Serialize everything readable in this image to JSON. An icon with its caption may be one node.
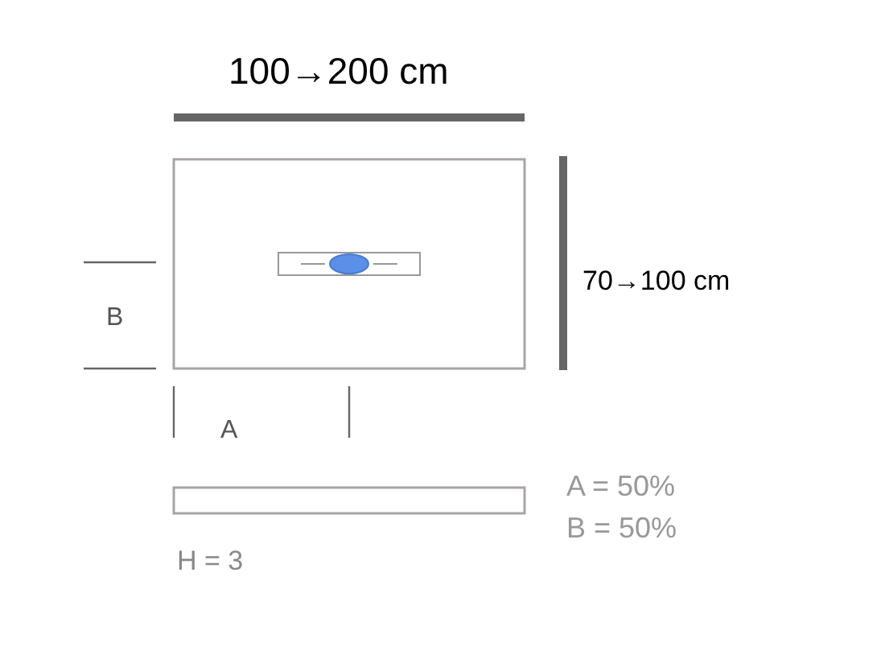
{
  "diagram": {
    "nodes": [
      {
        "text": [],
        "shape": "bar"
      }
    ],
    "labels": [
      "100→200 cm",
      "70→100 cm",
      "B",
      "A",
      "A = 50%",
      "B = 50%",
      "H = 3"
    ]
  }
}
